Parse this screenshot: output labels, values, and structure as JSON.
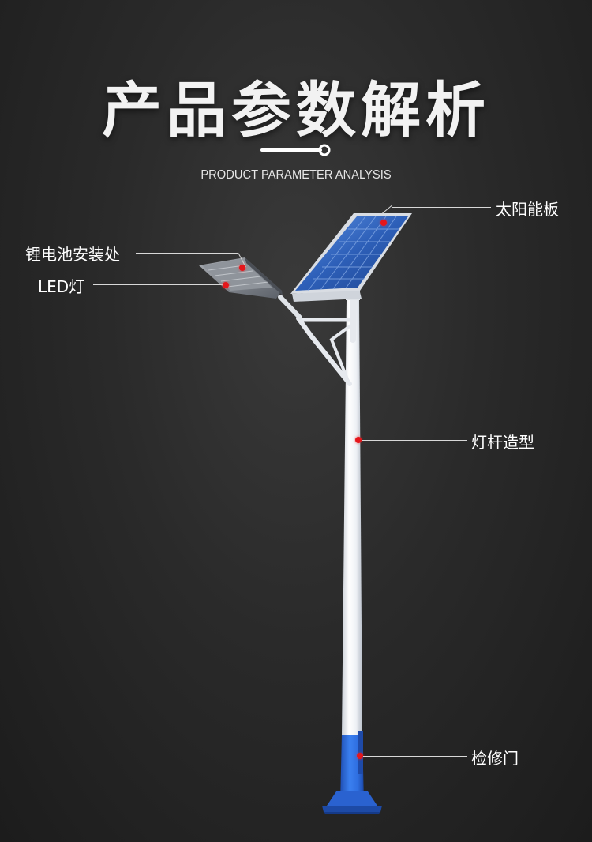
{
  "header": {
    "title": "产品参数解析",
    "subtitle": "PRODUCT PARAMETER ANALYSIS"
  },
  "callouts": {
    "solar_panel": "太阳能板",
    "battery": "锂电池安装处",
    "led_lamp": "LED灯",
    "pole": "灯杆造型",
    "door": "检修门"
  },
  "colors": {
    "marker": "#e5161b",
    "pole_white": "#f2f4f7",
    "pole_blue": "#2d6fe3",
    "panel_blue": "#2c5fb8"
  }
}
